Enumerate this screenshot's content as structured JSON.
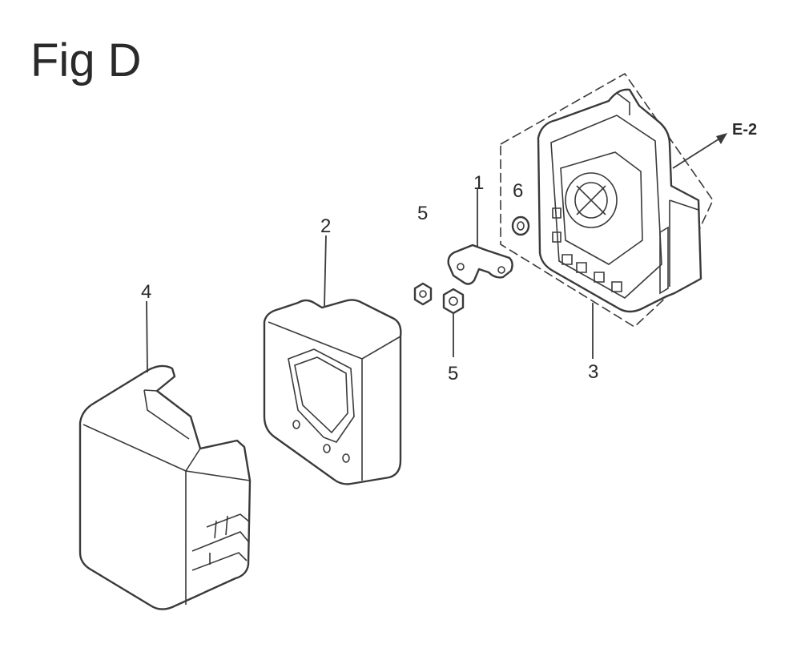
{
  "figure": {
    "title": "Fig D"
  },
  "callouts": [
    {
      "id": "1",
      "text": "1"
    },
    {
      "id": "2",
      "text": "2"
    },
    {
      "id": "3",
      "text": "3"
    },
    {
      "id": "4",
      "text": "4"
    },
    {
      "id": "5a",
      "text": "5"
    },
    {
      "id": "5b",
      "text": "5"
    },
    {
      "id": "6",
      "text": "6"
    }
  ],
  "reference": {
    "text": "E-2"
  }
}
